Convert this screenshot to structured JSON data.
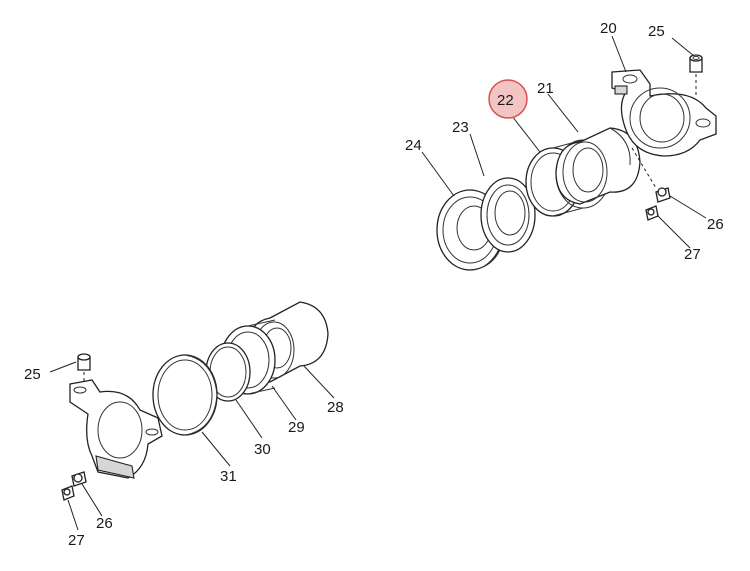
{
  "diagram": {
    "callouts_top": [
      {
        "id": "c20",
        "text": "20"
      },
      {
        "id": "c25a",
        "text": "25"
      },
      {
        "id": "c21",
        "text": "21"
      },
      {
        "id": "c22",
        "text": "22"
      },
      {
        "id": "c23",
        "text": "23"
      },
      {
        "id": "c24",
        "text": "24"
      },
      {
        "id": "c26a",
        "text": "26"
      },
      {
        "id": "c27a",
        "text": "27"
      }
    ],
    "callouts_bottom": [
      {
        "id": "c25b",
        "text": "25"
      },
      {
        "id": "c28",
        "text": "28"
      },
      {
        "id": "c29",
        "text": "29"
      },
      {
        "id": "c30",
        "text": "30"
      },
      {
        "id": "c31",
        "text": "31"
      },
      {
        "id": "c26b",
        "text": "26"
      },
      {
        "id": "c27b",
        "text": "27"
      }
    ],
    "highlight_color": "#f2c4c4",
    "highlight_stroke": "#d9534f"
  }
}
